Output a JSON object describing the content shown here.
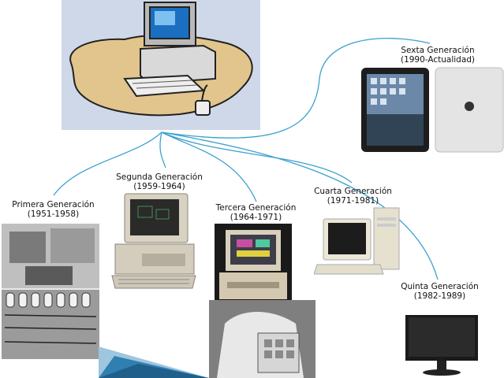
{
  "generations": [
    {
      "title": "Primera Generación",
      "years": "(1951-1958)"
    },
    {
      "title": "Segunda Generación",
      "years": "(1959-1964)"
    },
    {
      "title": "Tercera Generación",
      "years": "(1964-1971)"
    },
    {
      "title": "Cuarta Generación",
      "years": "(1971-1981)"
    },
    {
      "title": "Quinta Generación",
      "years": "(1982-1989)"
    },
    {
      "title": "Sexta Generación",
      "years": "(1990-Actualidad)"
    }
  ],
  "colors": {
    "connector": "#3aa0cf",
    "hub_background": "#cfd8e8",
    "desk": "#e2c58d",
    "corner_accent": "#2f7fb0"
  },
  "icons": [
    "hub-computer-illustration",
    "vacuum-tube-computer-photo",
    "transistor-computer-photo",
    "ic-computer-photo",
    "microprocessor-pc-photo",
    "lcd-monitor-photo",
    "tablet-photo",
    "chip-in-hand-photo"
  ]
}
